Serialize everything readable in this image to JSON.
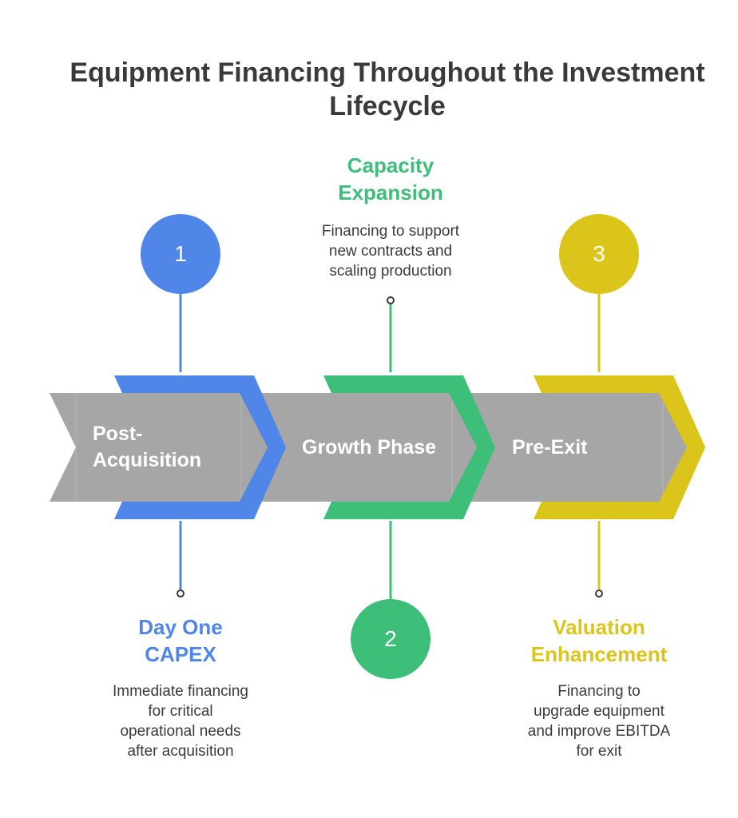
{
  "title": [
    "Equipment Financing Throughout the Investment",
    "Lifecycle"
  ],
  "colors": {
    "blue": "#4f86e8",
    "green": "#3dbf7a",
    "yellow": "#dcc51a",
    "gray": "#a6a6a6",
    "text": "#3a3a3a"
  },
  "stages": [
    {
      "number": "1",
      "label": [
        "Post-",
        "Acquisition"
      ],
      "heading": [
        "Day One",
        "CAPEX"
      ],
      "description": [
        "Immediate financing",
        "for critical",
        "operational needs",
        "after acquisition"
      ]
    },
    {
      "number": "2",
      "label": [
        "Growth Phase"
      ],
      "heading": [
        "Capacity",
        "Expansion"
      ],
      "description": [
        "Financing to support",
        "new contracts and",
        "scaling production"
      ]
    },
    {
      "number": "3",
      "label": [
        "Pre-Exit"
      ],
      "heading": [
        "Valuation",
        "Enhancement"
      ],
      "description": [
        "Financing to",
        "upgrade equipment",
        "and improve EBITDA",
        "for exit"
      ]
    }
  ]
}
